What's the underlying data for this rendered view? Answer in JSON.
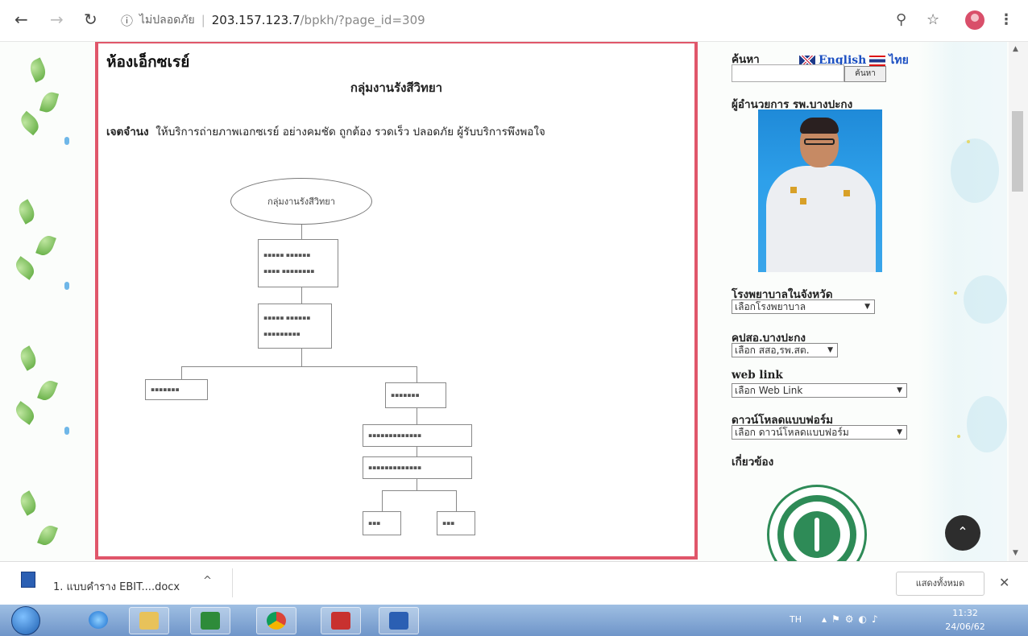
{
  "browser": {
    "security_label": "ไม่ปลอดภัย",
    "url_host": "203.157.123.7",
    "url_path": "/bpkh/?page_id=309"
  },
  "content": {
    "page_title": "ห้องเอ็กซเรย์",
    "subtitle": "กลุ่มงานรังสีวิทยา",
    "purpose_label": "เจตจำนง",
    "purpose_text": "ให้บริการถ่ายภาพเอกซเรย์ อย่างคมชัด ถูกต้อง รวดเร็ว ปลอดภัย ผู้รับบริการพึงพอใจ",
    "org_root": "กลุ่มงานรังสีวิทยา"
  },
  "sidebar": {
    "search_label": "ค้นหา",
    "search_button": "ค้นหา",
    "lang_en": "English",
    "lang_th": "ไทย",
    "director_label": "ผู้อำนวยการ รพ.บางปะกง",
    "hospitals_label": "โรงพยาบาลในจังหวัด",
    "hospitals_select": "เลือกโรงพยาบาล",
    "cup_label": "คปสอ.บางปะกง",
    "cup_select": "เลือก สสอ,รพ.สต.",
    "weblink_label": "web link",
    "weblink_select": "เลือก Web Link",
    "download_label": "ดาวน์โหลดแบบฟอร์ม",
    "download_select": "เลือก ดาวน์โหลดแบบฟอร์ม",
    "related_label": "เกี่ยวข้อง"
  },
  "downloads": {
    "file_name": "1. แบบคำราง EBIT....docx",
    "show_all": "แสดงทั้งหมด"
  },
  "taskbar": {
    "lang": "TH",
    "time": "11:32",
    "date": "24/06/62"
  }
}
